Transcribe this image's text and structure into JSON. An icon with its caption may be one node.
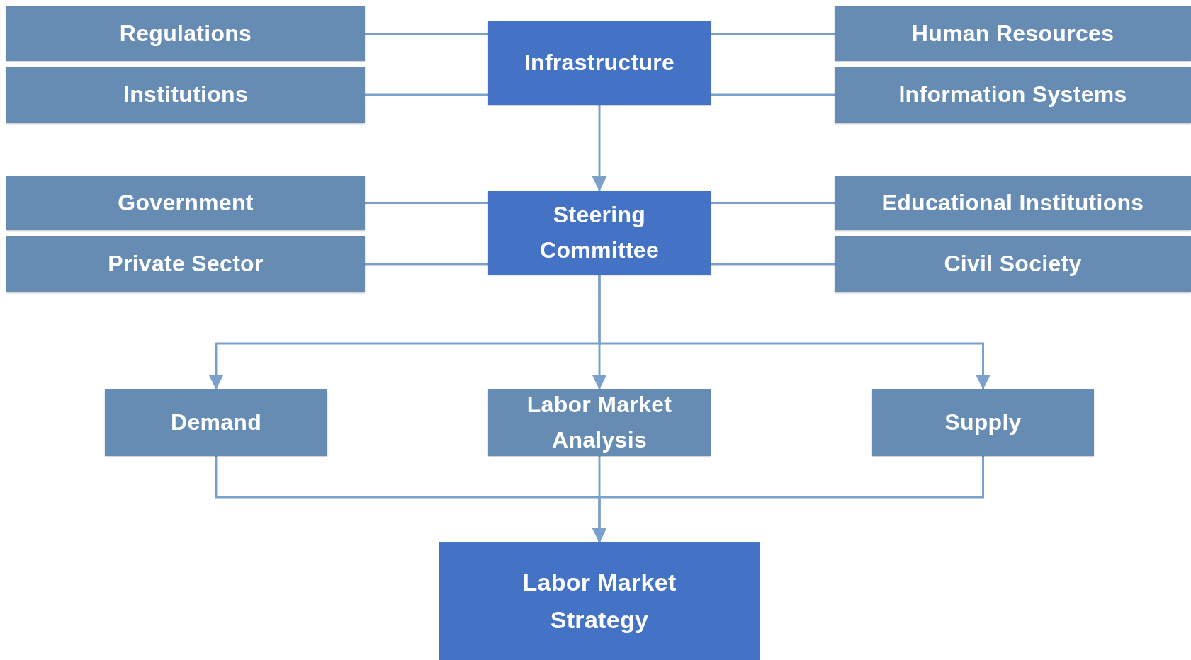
{
  "diagram": {
    "nodes": [
      {
        "text": [
          "Infrastructure"
        ]
      },
      {
        "text": [
          "Regulations"
        ]
      },
      {
        "text": [
          "Institutions"
        ]
      },
      {
        "text": [
          "Human Resources"
        ]
      },
      {
        "text": [
          "Information Systems"
        ]
      },
      {
        "text": [
          "Steering Committee"
        ]
      },
      {
        "text": [
          "Government"
        ]
      },
      {
        "text": [
          "Private Sector"
        ]
      },
      {
        "text": [
          "Educational Institutions"
        ]
      },
      {
        "text": [
          "Civil Society"
        ]
      },
      {
        "text": [
          "Demand"
        ]
      },
      {
        "text": [
          "Labor Market Analysis"
        ]
      },
      {
        "text": [
          "Supply"
        ]
      },
      {
        "text": [
          "Labor Market Strategy"
        ]
      }
    ],
    "edges": [
      {
        "from": 1,
        "to": 0,
        "arrow": "none"
      },
      {
        "from": 2,
        "to": 0,
        "arrow": "none"
      },
      {
        "from": 3,
        "to": 0,
        "arrow": "none"
      },
      {
        "from": 4,
        "to": 0,
        "arrow": "none"
      },
      {
        "from": 0,
        "to": 5,
        "arrow": "to"
      },
      {
        "from": 6,
        "to": 5,
        "arrow": "none"
      },
      {
        "from": 7,
        "to": 5,
        "arrow": "none"
      },
      {
        "from": 8,
        "to": 5,
        "arrow": "none"
      },
      {
        "from": 9,
        "to": 5,
        "arrow": "none"
      },
      {
        "from": 5,
        "to": 10,
        "arrow": "to"
      },
      {
        "from": 5,
        "to": 11,
        "arrow": "to"
      },
      {
        "from": 5,
        "to": 12,
        "arrow": "to"
      },
      {
        "from": 10,
        "to": 13,
        "arrow": "to"
      },
      {
        "from": 11,
        "to": 13,
        "arrow": "to"
      },
      {
        "from": 12,
        "to": 13,
        "arrow": "to"
      }
    ]
  }
}
